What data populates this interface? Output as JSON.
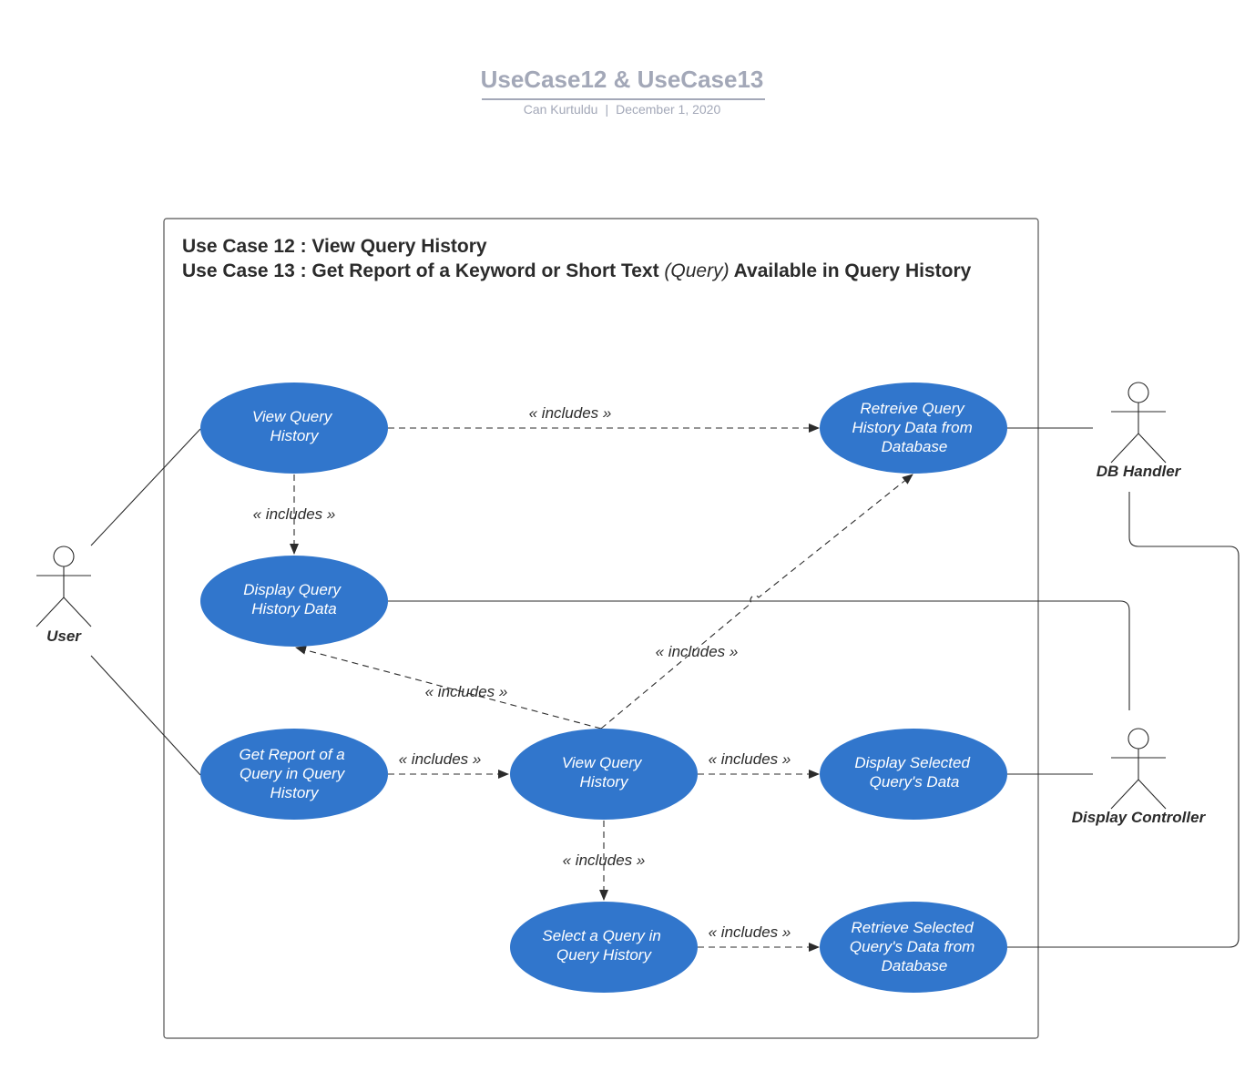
{
  "header": {
    "title": "UseCase12 & UseCase13",
    "author": "Can Kurtuldu",
    "date": "December 1, 2020"
  },
  "boundary": {
    "line1": "Use Case 12 : View Query History",
    "line2_pre": "Use Case 13 : Get Report of a Keyword or Short Text ",
    "line2_italic": "(Query)",
    "line2_post": " Available in Query History"
  },
  "actors": {
    "user": "User",
    "db_handler": "DB Handler",
    "display_controller": "Display Controller"
  },
  "use_cases": {
    "view_query_history_top": [
      "View Query",
      "History"
    ],
    "retrieve_query_history_data": [
      "Retreive Query",
      "History Data from",
      "Database"
    ],
    "display_query_history_data": [
      "Display Query",
      "History Data"
    ],
    "get_report_query": [
      "Get Report of a",
      "Query in Query",
      "History"
    ],
    "view_query_history_mid": [
      "View Query",
      "History"
    ],
    "display_selected_query_data": [
      "Display Selected",
      "Query's Data"
    ],
    "select_query": [
      "Select a Query in",
      "Query History"
    ],
    "retrieve_selected_query_data": [
      "Retrieve Selected",
      "Query's Data from",
      "Database"
    ]
  },
  "relations": {
    "includes_label": "« includes »"
  },
  "colors": {
    "use_case_fill": "#3176cc",
    "header_text": "#a3a8b8",
    "line": "#2b2b2b"
  }
}
